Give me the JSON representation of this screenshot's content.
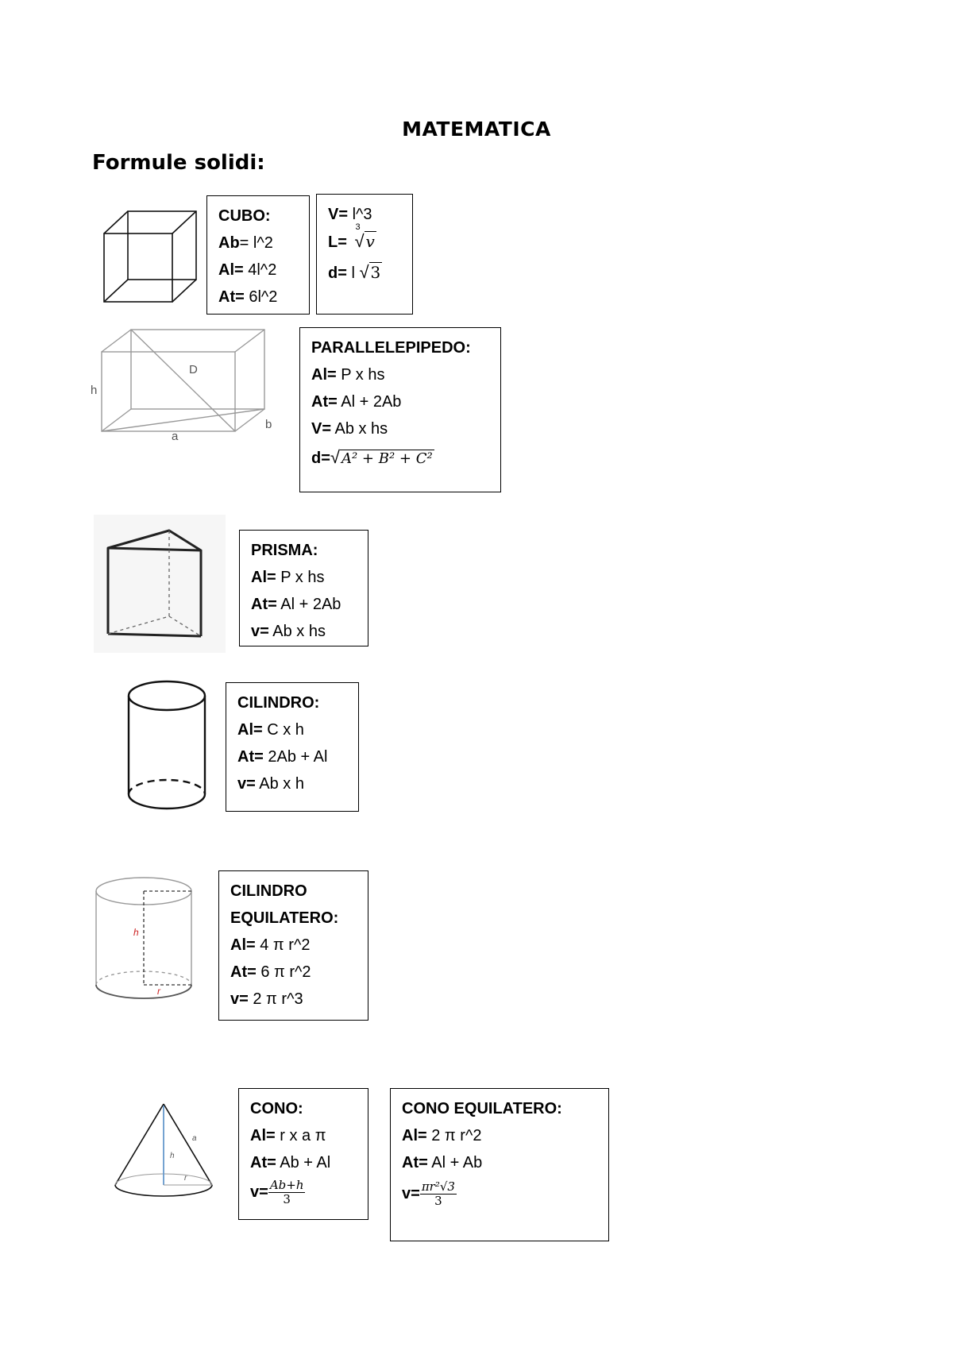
{
  "title": "MATEMATICA",
  "subtitle": "Formule solidi:",
  "cubo": {
    "heading": "CUBO:",
    "lines": [
      {
        "label": "Ab",
        "value": "= l^2"
      },
      {
        "label": "Al=",
        "value": " 4l^2"
      },
      {
        "label": "At=",
        "value": " 6l^2"
      }
    ]
  },
  "cubo_extra": {
    "v": {
      "label": "V=",
      "value": " l^3"
    },
    "l": {
      "label": "L=",
      "index": "3",
      "radicand": "v"
    },
    "d": {
      "label": "d=",
      "value": " l ",
      "radicand": "3"
    }
  },
  "parallelepipedo": {
    "heading": "PARALLELEPIPEDO:",
    "lines": [
      {
        "label": "Al=",
        "value": " P x hs"
      },
      {
        "label": "At=",
        "value": " Al + 2Ab"
      },
      {
        "label": "V=",
        "value": " Ab x hs"
      }
    ],
    "d": {
      "label": "d=",
      "radicand": "A² + B² + C²"
    },
    "figure_labels": {
      "h": "h",
      "d": "D",
      "a": "a",
      "b": "b"
    }
  },
  "prisma": {
    "heading": "PRISMA:",
    "lines": [
      {
        "label": "Al=",
        "value": " P x hs"
      },
      {
        "label": "At=",
        "value": " Al + 2Ab"
      },
      {
        "label": "v=",
        "value": " Ab x hs"
      }
    ]
  },
  "cilindro": {
    "heading": "CILINDRO:",
    "lines": [
      {
        "label": "Al=",
        "value": " C x h"
      },
      {
        "label": "At=",
        "value": " 2Ab + Al"
      },
      {
        "label": "v=",
        "value": " Ab x h"
      }
    ]
  },
  "cilindro_equilatero": {
    "heading1": "CILINDRO",
    "heading2": "EQUILATERO:",
    "lines": [
      {
        "label": "Al=",
        "value": " 4 π r^2"
      },
      {
        "label": "At=",
        "value": " 6 π r^2"
      },
      {
        "label": "v=",
        "value": " 2 π r^3"
      }
    ],
    "figure_labels": {
      "h": "h",
      "r": "r"
    }
  },
  "cono": {
    "heading": "CONO:",
    "lines": [
      {
        "label": "Al=",
        "value": " r x a π"
      },
      {
        "label": "At=",
        "value": " Ab + Al"
      }
    ],
    "v": {
      "label": "v=",
      "numerator": "Ab+h",
      "denominator": "3"
    },
    "figure_labels": {
      "a": "a",
      "h": "h",
      "r": "r"
    }
  },
  "cono_equilatero": {
    "heading": "CONO EQUILATERO:",
    "lines": [
      {
        "label": "Al=",
        "value": " 2 π r^2"
      },
      {
        "label": "At=",
        "value": " Al + Ab"
      }
    ],
    "v": {
      "label": "v=",
      "numerator": "πr²√3",
      "denominator": "3"
    }
  },
  "colors": {
    "accent_red": "#cc2222",
    "cone_axis_blue": "#6699cc",
    "figure_gray": "#888888"
  }
}
